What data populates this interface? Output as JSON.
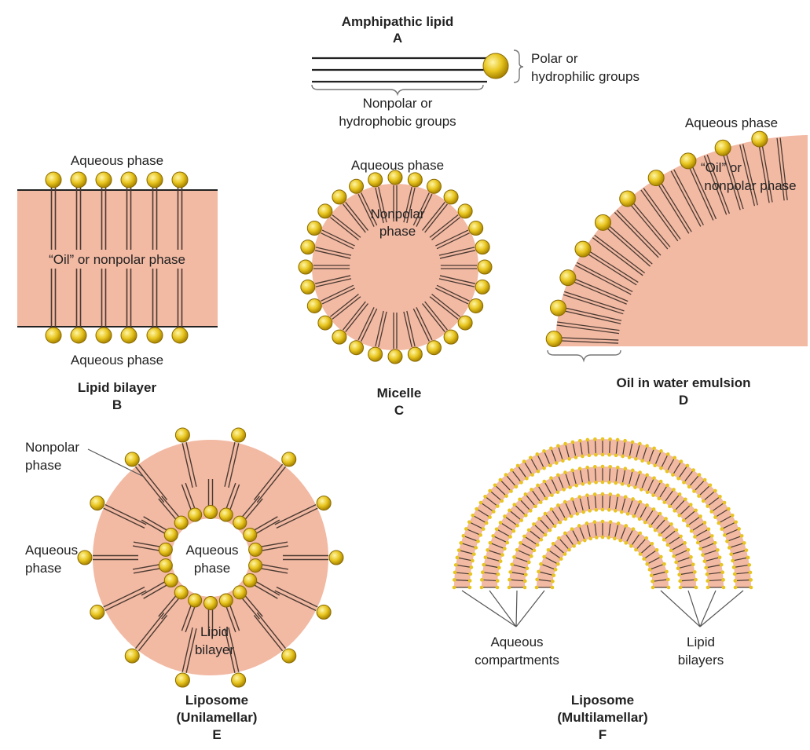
{
  "colors": {
    "phase": "#f2b9a3",
    "head": "#e8c51f",
    "head_stroke": "#8a6a00",
    "tail": "#4a3a32",
    "line": "#222222",
    "text": "#222222"
  },
  "panel_a": {
    "title": "Amphipathic lipid",
    "letter": "A",
    "polar_label_1": "Polar or",
    "polar_label_2": "hydrophilic groups",
    "nonpolar_label_1": "Nonpolar or",
    "nonpolar_label_2": "hydrophobic groups"
  },
  "panel_b": {
    "title": "Lipid bilayer",
    "letter": "B",
    "top_label": "Aqueous phase",
    "middle_label": "“Oil” or nonpolar phase",
    "bottom_label": "Aqueous phase"
  },
  "panel_c": {
    "title": "Micelle",
    "letter": "C",
    "outer_label": "Aqueous phase",
    "inner_label_1": "Nonpolar",
    "inner_label_2": "phase"
  },
  "panel_d": {
    "title": "Oil in water emulsion",
    "letter": "D",
    "outer_label": "Aqueous phase",
    "inner_label_1": "“Oil” or",
    "inner_label_2": "nonpolar phase"
  },
  "panel_e": {
    "title": "Liposome",
    "subtitle": "(Unilamellar)",
    "letter": "E",
    "nonpolar_label_1": "Nonpolar",
    "nonpolar_label_2": "phase",
    "outer_aqueous_1": "Aqueous",
    "outer_aqueous_2": "phase",
    "inner_aqueous_1": "Aqueous",
    "inner_aqueous_2": "phase",
    "bilayer_label_1": "Lipid",
    "bilayer_label_2": "bilayer"
  },
  "panel_f": {
    "title": "Liposome",
    "subtitle": "(Multilamellar)",
    "letter": "F",
    "aqueous_label_1": "Aqueous",
    "aqueous_label_2": "compartments",
    "bilayer_label_1": "Lipid",
    "bilayer_label_2": "bilayers"
  }
}
